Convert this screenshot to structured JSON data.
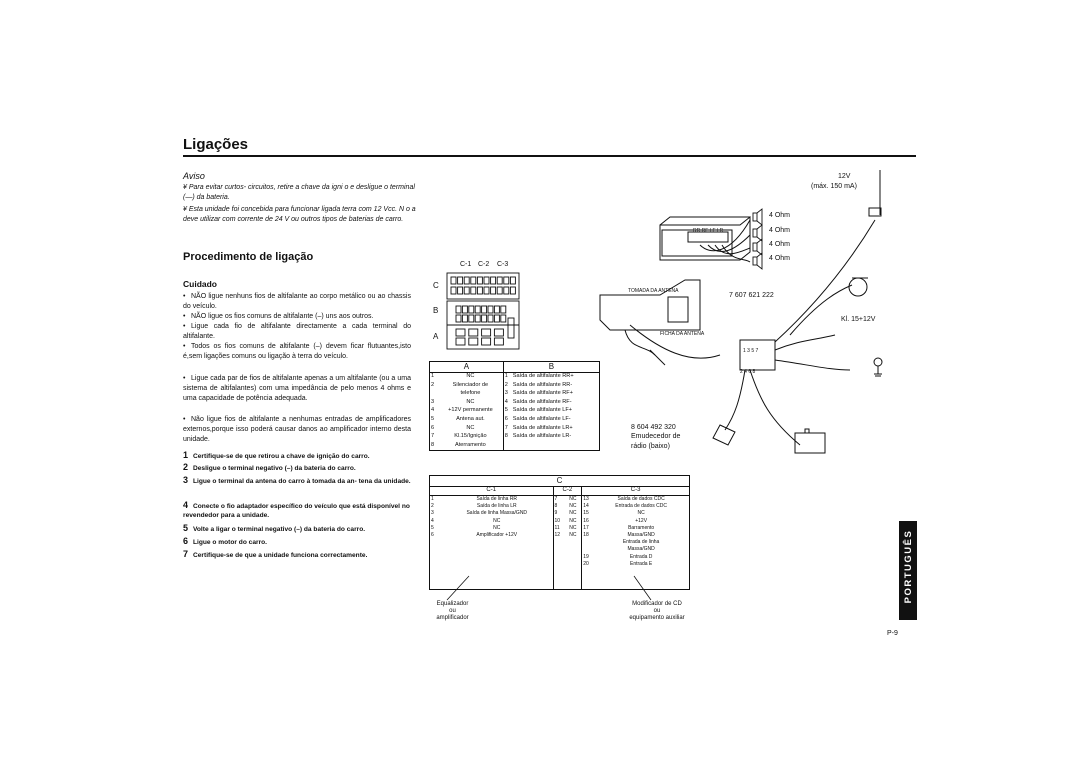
{
  "title": "Ligações",
  "aviso": {
    "heading": "Aviso",
    "items": [
      "¥ Para evitar curtos- circuitos, retire a chave da igni o e desligue o terminal (—) da bateria.",
      "¥ Esta unidade foi concebida para funcionar ligada terra com 12 Vcc. N o a deve utilizar com corrente de 24 V ou outros tipos de baterias de carro."
    ]
  },
  "procedimento": {
    "heading": "Procedimento de ligação",
    "cuidado": "Cuidado",
    "bullets": [
      "NÃO ligue nenhuns fios de altifalante ao corpo metálico ou ao chassis do veículo.",
      "NÃO ligue os fios comuns de altifalante (–) uns aos outros.",
      "Ligue cada fio de altifalante directamente a cada terminal do altifalante.",
      "Todos os fios comuns de altifalante (–) devem ficar flutuantes,isto é,sem ligações comuns ou ligação à terra do veículo.",
      "Ligue cada par de fios de altifalante apenas a um altifalante (ou a uma sistema de altifalantes) com uma impedância de pelo menos 4 ohms e uma capacidade de potência adequada.",
      "Não ligue fios de altifalante a nenhumas entradas de amplificadores externos,porque isso poderá causar danos ao amplificador interno desta unidade."
    ],
    "steps": [
      {
        "n": "1",
        "text": "Certifique-se de que retirou a chave de ignição do carro."
      },
      {
        "n": "2",
        "text": "Desligue o terminal negativo (–) da bateria do carro."
      },
      {
        "n": "3",
        "text": "Ligue o terminal da antena do carro à tomada da an- tena da unidade."
      },
      {
        "n": "4",
        "text": "Conecte o fio adaptador específico do veículo que está disponível no revendedor para a unidade."
      },
      {
        "n": "5",
        "text": "Volte a ligar o terminal negativo (–) da bateria do carro."
      },
      {
        "n": "6",
        "text": "Ligue o motor do carro."
      },
      {
        "n": "7",
        "text": "Certifique-se de que a unidade funciona correctamente."
      }
    ]
  },
  "connector": {
    "top_labels": [
      "C-1",
      "C-2",
      "C-3"
    ],
    "side_labels": [
      "C",
      "B",
      "A"
    ]
  },
  "table_ab": {
    "header": [
      "A",
      "B"
    ],
    "rows": [
      {
        "a_no": "1",
        "a": "NC",
        "b_no": "1",
        "b": "Saída de altifalante RR+"
      },
      {
        "a_no": "2",
        "a": "Silenciador de",
        "b_no": "2",
        "b": "Saída de altifalante RR-"
      },
      {
        "a_no": "",
        "a": "telefone",
        "b_no": "3",
        "b": "Saída de altifalante RF+"
      },
      {
        "a_no": "3",
        "a": "NC",
        "b_no": "4",
        "b": "Saída de altifalante RF-"
      },
      {
        "a_no": "4",
        "a": "+12V permanente",
        "b_no": "5",
        "b": "Saída de altifalante LF+"
      },
      {
        "a_no": "5",
        "a": "Antena aut.",
        "b_no": "6",
        "b": "Saída de altifalante LF-"
      },
      {
        "a_no": "6",
        "a": "NC",
        "b_no": "7",
        "b": "Saída de altifalante LR+"
      },
      {
        "a_no": "7",
        "a": "Kl.15/Ignição",
        "b_no": "8",
        "b": "Saída de altifalante LR-"
      },
      {
        "a_no": "8",
        "a": "Aterramento",
        "b_no": "",
        "b": ""
      }
    ]
  },
  "table_c": {
    "header": "C",
    "sub": [
      "C-1",
      "C-2",
      "C-3"
    ],
    "rows": [
      {
        "n1": "1",
        "c1": "Saída de linha RR",
        "n2": "7",
        "c2": "NC",
        "n3": "13",
        "c3": "Saída de dados CDC"
      },
      {
        "n1": "2",
        "c1": "Saída de linha LR",
        "n2": "8",
        "c2": "NC",
        "n3": "14",
        "c3": "Entrada de dados CDC"
      },
      {
        "n1": "3",
        "c1": "Saída de linha Massa/GND",
        "n2": "9",
        "c2": "NC",
        "n3": "15",
        "c3": "NC"
      },
      {
        "n1": "4",
        "c1": "NC",
        "n2": "10",
        "c2": "NC",
        "n3": "16",
        "c3": "+12V"
      },
      {
        "n1": "5",
        "c1": "NC",
        "n2": "11",
        "c2": "NC",
        "n3": "17",
        "c3": "Barramento"
      },
      {
        "n1": "6",
        "c1": "Amplificador +12V",
        "n2": "12",
        "c2": "NC",
        "n3": "18",
        "c3": "Massa/GND"
      },
      {
        "n1": "",
        "c1": "",
        "n2": "",
        "c2": "",
        "n3": "",
        "c3": "Entrada de linha"
      },
      {
        "n1": "",
        "c1": "",
        "n2": "",
        "c2": "",
        "n3": "",
        "c3": "Massa/GND"
      },
      {
        "n1": "",
        "c1": "",
        "n2": "",
        "c2": "",
        "n3": "19",
        "c3": "Entrada D"
      },
      {
        "n1": "",
        "c1": "",
        "n2": "",
        "c2": "",
        "n3": "20",
        "c3": "Entrada E"
      }
    ],
    "left_label": [
      "Equalizador",
      "ou",
      "amplificador"
    ],
    "right_label": [
      "Modificador de CD",
      "ou",
      "equipamento auxiliar"
    ]
  },
  "diagram": {
    "power": [
      "12V",
      "(máx. 150 mA)"
    ],
    "ohm": [
      "4 Ohm",
      "4 Ohm",
      "4 Ohm",
      "4 Ohm"
    ],
    "speaker_codes": "RR RF LF LR",
    "tomada": "TOMADA DA ANTENA",
    "ficha": "FICHA DA ANTENA",
    "part_no_1": "7 607 621 222",
    "kl": "Kl. 15+12V",
    "part_no_2": "8 604 492 320",
    "emudecedor": [
      "Emudecedor de",
      "rádio (baixo)"
    ],
    "pins": "1 3 5 7",
    "pins2": "2 4 6 8"
  },
  "side_tab": "PORTUGUÊS",
  "page_no": "P-9"
}
